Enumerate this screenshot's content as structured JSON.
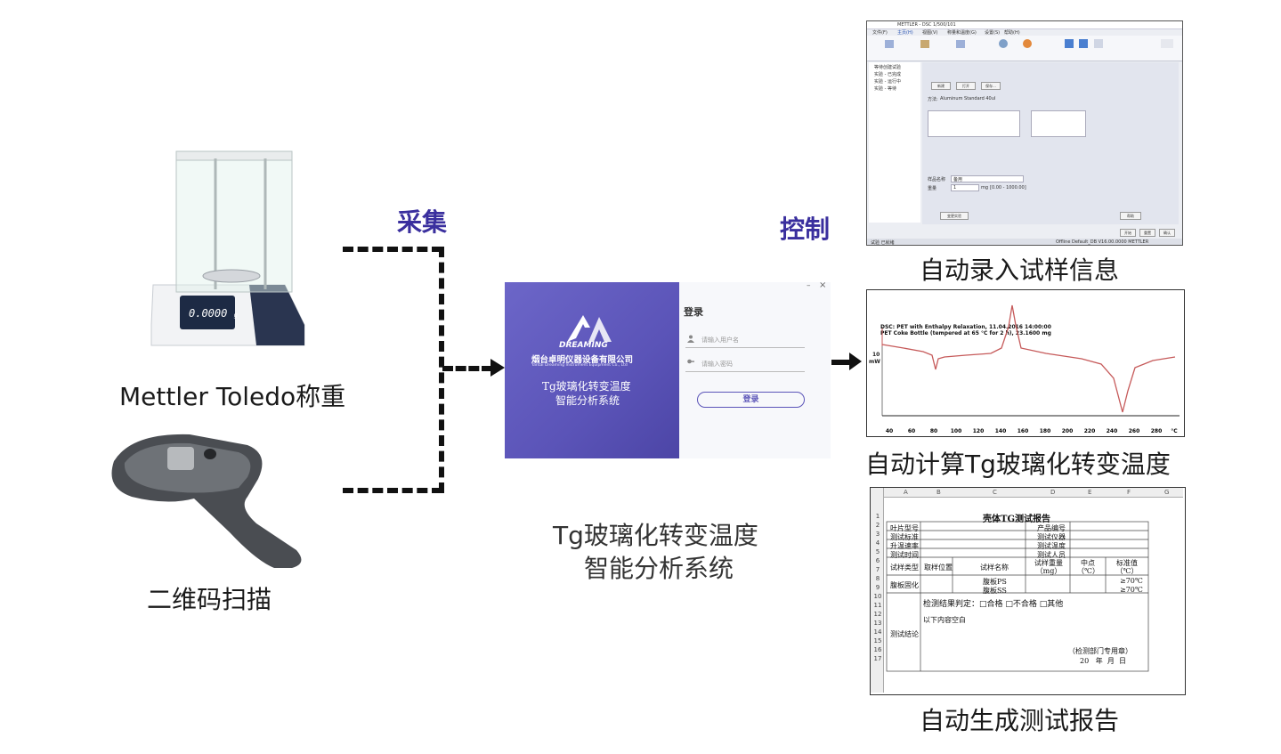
{
  "inputs": {
    "balance_caption": "Mettler Toledo称重",
    "balance_display": "0.0000",
    "balance_display_unit": "g",
    "scanner_caption": "二维码扫描"
  },
  "flows": {
    "collect_label": "采集",
    "control_label": "控制"
  },
  "login": {
    "brand": "DREAMING",
    "company_cn": "烟台卓明仪器设备有限公司",
    "company_en": "Yantai Dreaming Instrument Equipment Co., Ltd",
    "system_line1": "Tg玻璃化转变温度",
    "system_line2": "智能分析系统",
    "title": "登录",
    "username_placeholder": "请输入用户名",
    "password_placeholder": "请输入密码",
    "login_button": "登录",
    "minimize_glyph": "–",
    "close_glyph": "×"
  },
  "center_caption": {
    "line1": "Tg玻璃化转变温度",
    "line2": "智能分析系统"
  },
  "outputs": {
    "software_caption": "自动录入试样信息",
    "curve_caption": "自动计算Tg玻璃化转变温度",
    "report_caption": "自动生成测试报告"
  },
  "software_window": {
    "title": "METTLER - DSC 1/500/101",
    "tabs": [
      "文件(F)",
      "主页(H)",
      "视图(V)",
      "称量和温度(G)",
      "设置(S)",
      "帮助(H)"
    ],
    "tree_items": [
      "等待创建试验",
      "实验 - 已完成",
      "实验 - 运行中",
      "实验 - 等待"
    ],
    "sample_label": "样品名称",
    "sample_value": "备用",
    "weight_label": "重量",
    "weight_value": "1",
    "weight_unit": "mg",
    "weight_range": "[0.00 - 1000.00]",
    "method_label": "方法:",
    "method_value": "Aluminum Standard 40ul",
    "button_new": "新建",
    "button_open": "打开",
    "button_save": "保存...",
    "button_edit": "变更实验",
    "button_help": "帮助",
    "button_start": "开始",
    "button_reset": "重置",
    "button_exit": "确认",
    "status_left": "试验 已就绪",
    "status_right": "Offline Default_DB V16.00.0000 METTLER"
  },
  "curve": {
    "title1": "DSC: PET with Enthalpy Relaxation, 11.04.2016 14:00:00",
    "title2": "PET Coke Bottle (tempered at 65 °C for 2 h), 23.1600 mg",
    "y_tick": "10",
    "y_unit": "mW",
    "x_ticks": [
      "40",
      "60",
      "80",
      "100",
      "120",
      "140",
      "160",
      "180",
      "200",
      "220",
      "240",
      "260",
      "280"
    ],
    "x_unit": "°C"
  },
  "report": {
    "col_letters": [
      "A",
      "B",
      "C",
      "D",
      "E",
      "F",
      "G"
    ],
    "row_numbers": [
      "1",
      "2",
      "3",
      "4",
      "5",
      "6",
      "7",
      "8",
      "9",
      "10",
      "11",
      "12",
      "13",
      "14",
      "15",
      "16",
      "17"
    ],
    "title": "壳体TG测试报告",
    "left_labels": [
      "叶片型号",
      "测试标准",
      "升温速率",
      "测试时间"
    ],
    "right_labels": [
      "产品编号",
      "测试仪器",
      "测试温度",
      "测试人员"
    ],
    "header": [
      "试样类型",
      "取样位置",
      "试样名称",
      "试样重量（mg）",
      "中点（℃）",
      "标准值（℃）"
    ],
    "type_value": "腹板固化",
    "names": [
      "腹板PS",
      "腹板SS"
    ],
    "standards": [
      "≥70℃",
      "≥70℃"
    ],
    "judgement": "检测结果判定：□合格 □不合格 □其他",
    "blank_note": "以下内容空白",
    "conclusion_label": "测试结论",
    "stamp_note": "（检测部门专用章）",
    "date_line": "20   年  月  日"
  },
  "colors": {
    "accent_purple": "#3a2f9e",
    "login_panel": "#5f58bc",
    "curve": "#c65a5a"
  }
}
